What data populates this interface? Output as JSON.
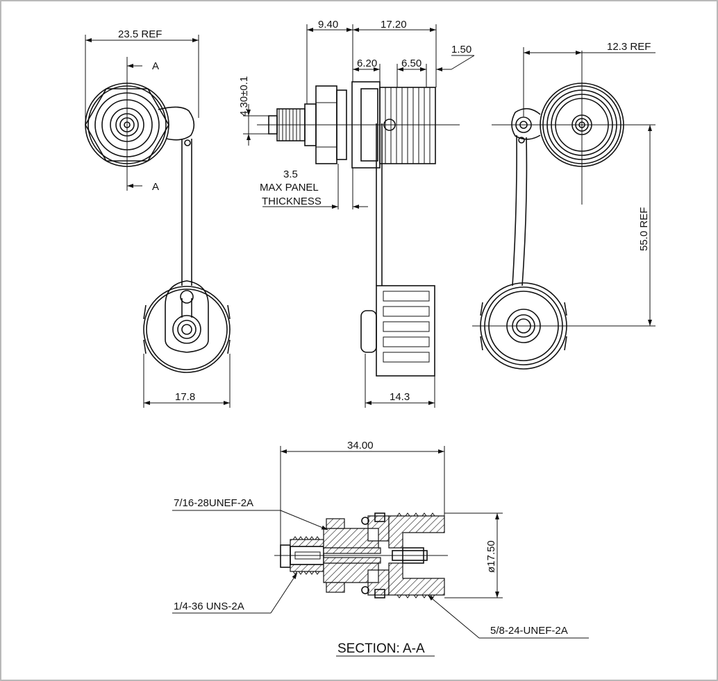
{
  "top_view_left": {
    "width_ref": "23.5 REF",
    "section_mark_top": "A",
    "section_mark_bottom": "A",
    "cap_diameter": "17.8"
  },
  "side_view": {
    "dim_9_40": "9.40",
    "dim_17_20": "17.20",
    "dim_6_20": "6.20",
    "dim_6_50": "6.50",
    "dim_1_50": "1.50",
    "dim_4_30": "4.30±0.1",
    "panel_line1": "3.5",
    "panel_line2": "MAX PANEL",
    "panel_line3": "THICKNESS",
    "cap_width": "14.3"
  },
  "right_view": {
    "offset_ref": "12.3 REF",
    "length_ref": "55.0 REF"
  },
  "section": {
    "overall_length": "34.00",
    "thread_top": "7/16-28UNEF-2A",
    "thread_left": "1/4-36 UNS-2A",
    "thread_right": "5/8-24-UNEF-2A",
    "diameter": "ø17.50",
    "title": "SECTION: A-A"
  }
}
